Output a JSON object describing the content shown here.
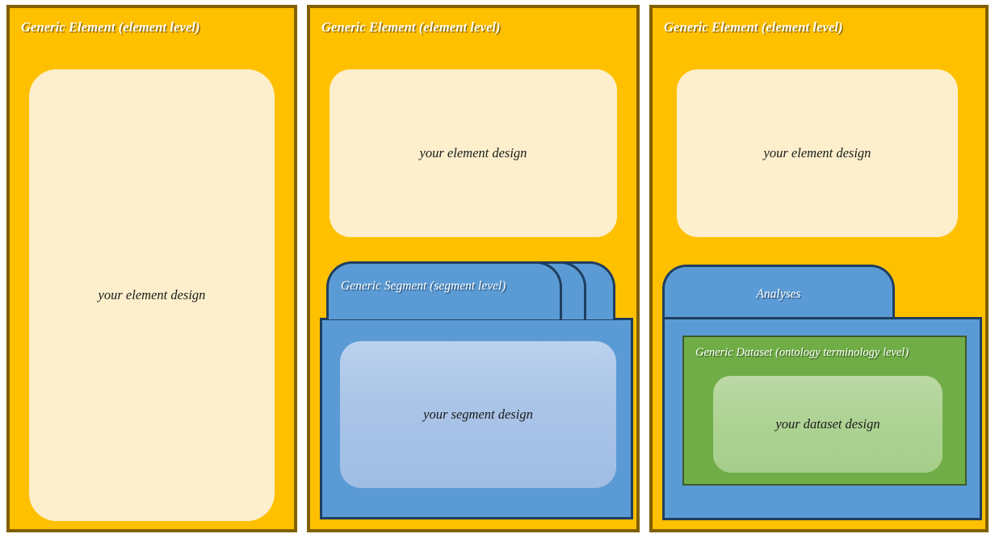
{
  "panels": [
    {
      "title": "Generic Element (element level)",
      "element_design_label": "your element design"
    },
    {
      "title": "Generic Element (element level)",
      "element_design_label": "your element design",
      "segment_tab_label": "Generic Segment (segment level)",
      "segment_design_label": "your segment design"
    },
    {
      "title": "Generic Element (element level)",
      "element_design_label": "your element design",
      "analyses_tab_label": "Analyses",
      "dataset_title": "Generic Dataset (ontology terminology level)",
      "dataset_design_label": "your dataset design"
    }
  ],
  "colors": {
    "element_yellow": "#FFC000",
    "element_border": "#806000",
    "element_design_cream": "#FDEFCC",
    "segment_blue": "#5B9BD5",
    "segment_border": "#1F3E5E",
    "segment_design_light_blue": "#A9C4E7",
    "dataset_green": "#70AD47",
    "dataset_border": "#3D5B28",
    "dataset_design_light_green": "#AED394",
    "title_text": "#FFFFFF",
    "body_text": "#1A1A1A"
  }
}
